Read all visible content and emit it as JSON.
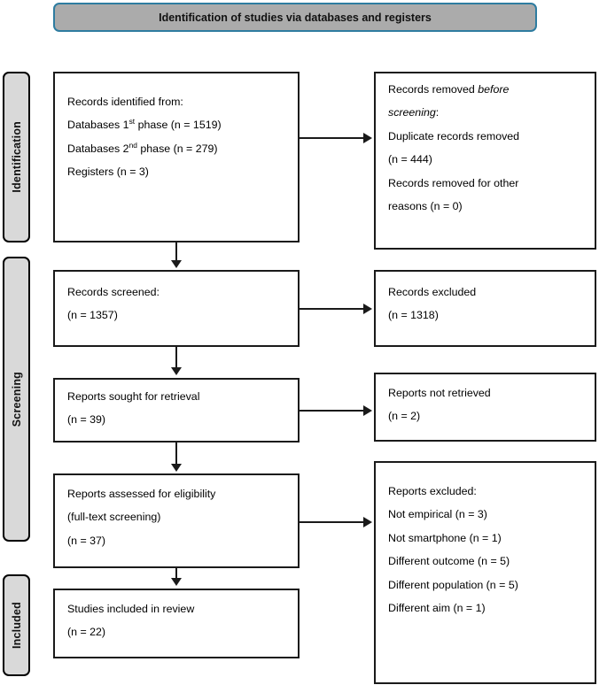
{
  "banner": {
    "title": "Identification of studies via databases and registers",
    "fill_color": "#ababab",
    "border_color": "#2e7ca0"
  },
  "stages": [
    {
      "id": "identification",
      "label": "Identification"
    },
    {
      "id": "screening",
      "label": "Screening"
    },
    {
      "id": "included",
      "label": "Included"
    }
  ],
  "boxes": {
    "identified": {
      "heading": "Records identified from:",
      "items": [
        {
          "prefix": "Databases 1",
          "sup": "st",
          "suffix": " phase (n = 1519)"
        },
        {
          "prefix": "Databases 2",
          "sup": "nd",
          "suffix": " phase (n = 279)"
        }
      ],
      "registers": "Registers (n = 3)"
    },
    "removed": {
      "heading_line1": "Records removed ",
      "heading_italic1": "before",
      "heading_italic2": "screening",
      "heading_colon": ":",
      "item1": "Duplicate records removed",
      "item1_n": "(n = 444)",
      "item2": "Records removed for other",
      "item2_n": "reasons (n = 0)"
    },
    "screened": {
      "label": "Records screened:",
      "count": "(n = 1357)"
    },
    "excluded_records": {
      "label": "Records excluded",
      "count": "(n = 1318)"
    },
    "sought": {
      "label": "Reports sought for retrieval",
      "count": "(n = 39)"
    },
    "not_retrieved": {
      "label": "Reports not retrieved",
      "count": "(n = 2)"
    },
    "assessed": {
      "label": "Reports assessed for eligibility",
      "sub": "(full-text screening)",
      "count": "(n = 37)"
    },
    "reports_excluded": {
      "heading": "Reports excluded:",
      "reasons": [
        "Not empirical (n = 3)",
        "Not smartphone (n = 1)",
        "Different outcome (n = 5)",
        "Different population (n = 5)",
        "Different aim (n = 1)"
      ]
    },
    "included_review": {
      "label": "Studies included in review",
      "count": "(n = 22)"
    }
  },
  "chart_data": {
    "type": "diagram",
    "title": "Identification of studies via databases and registers",
    "diagram_kind": "PRISMA flow diagram",
    "stages": [
      "Identification",
      "Screening",
      "Included"
    ],
    "nodes": [
      {
        "id": "identified",
        "stage": "Identification",
        "column": "left",
        "label": "Records identified from: Databases 1st phase (n = 1519); Databases 2nd phase (n = 279); Registers (n = 3)",
        "values": {
          "databases_phase1": 1519,
          "databases_phase2": 279,
          "registers": 3
        }
      },
      {
        "id": "removed",
        "stage": "Identification",
        "column": "right",
        "label": "Records removed before screening: Duplicate records removed (n = 444); Records removed for other reasons (n = 0)",
        "values": {
          "duplicates_removed": 444,
          "other_reasons_removed": 0
        }
      },
      {
        "id": "screened",
        "stage": "Screening",
        "column": "left",
        "label": "Records screened: (n = 1357)",
        "values": {
          "n": 1357
        }
      },
      {
        "id": "excluded_records",
        "stage": "Screening",
        "column": "right",
        "label": "Records excluded (n = 1318)",
        "values": {
          "n": 1318
        }
      },
      {
        "id": "sought",
        "stage": "Screening",
        "column": "left",
        "label": "Reports sought for retrieval (n = 39)",
        "values": {
          "n": 39
        }
      },
      {
        "id": "not_retrieved",
        "stage": "Screening",
        "column": "right",
        "label": "Reports not retrieved (n = 2)",
        "values": {
          "n": 2
        }
      },
      {
        "id": "assessed",
        "stage": "Screening",
        "column": "left",
        "label": "Reports assessed for eligibility (full-text screening) (n = 37)",
        "values": {
          "n": 37
        }
      },
      {
        "id": "reports_excluded",
        "stage": "Screening",
        "column": "right",
        "label": "Reports excluded: Not empirical (n = 3); Not smartphone (n = 1); Different outcome (n = 5); Different population (n = 5); Different aim (n = 1)",
        "values": {
          "not_empirical": 3,
          "not_smartphone": 1,
          "different_outcome": 5,
          "different_population": 5,
          "different_aim": 1
        }
      },
      {
        "id": "included_review",
        "stage": "Included",
        "column": "left",
        "label": "Studies included in review (n = 22)",
        "values": {
          "n": 22
        }
      }
    ],
    "edges": [
      {
        "from": "identified",
        "to": "removed",
        "direction": "right"
      },
      {
        "from": "identified",
        "to": "screened",
        "direction": "down"
      },
      {
        "from": "screened",
        "to": "excluded_records",
        "direction": "right"
      },
      {
        "from": "screened",
        "to": "sought",
        "direction": "down"
      },
      {
        "from": "sought",
        "to": "not_retrieved",
        "direction": "right"
      },
      {
        "from": "sought",
        "to": "assessed",
        "direction": "down"
      },
      {
        "from": "assessed",
        "to": "reports_excluded",
        "direction": "right"
      },
      {
        "from": "assessed",
        "to": "included_review",
        "direction": "down"
      }
    ]
  }
}
